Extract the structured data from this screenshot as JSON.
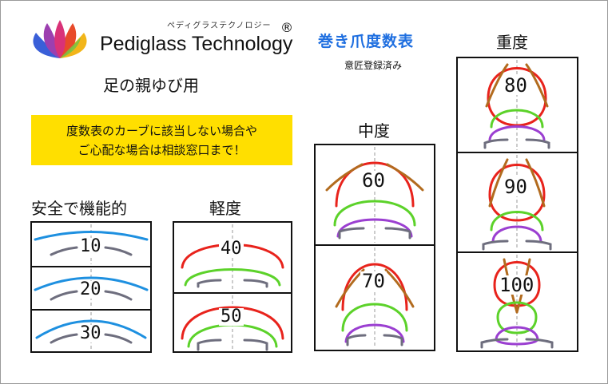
{
  "brand": {
    "kana": "ペディグラステクノロジー",
    "name": "Pediglass Technology",
    "registered": "®"
  },
  "subtitle": "足の親ゆび用",
  "notice": {
    "line1": "度数表のカーブに該当しない場合や",
    "line2": "ご心配な場合は相談窓口まで！"
  },
  "chart_title": "巻き爪度数表",
  "chart_note": "意匠登録済み",
  "categories": {
    "safe": "安全で機能的",
    "light": "軽度",
    "mid": "中度",
    "heavy": "重度"
  },
  "grades": {
    "g10": "10",
    "g20": "20",
    "g30": "30",
    "g40": "40",
    "g50": "50",
    "g60": "60",
    "g70": "70",
    "g80": "80",
    "g90": "90",
    "g100": "100"
  },
  "colors": {
    "curve_safe": "#1e90e0",
    "curve_red": "#e8231c",
    "curve_green": "#5cd22a",
    "curve_purple": "#9b3fd1",
    "curve_brown": "#b26b1e",
    "base_gray": "#6e6e7e",
    "notice_bg": "#ffdf00",
    "title_blue": "#1f6fe0"
  }
}
